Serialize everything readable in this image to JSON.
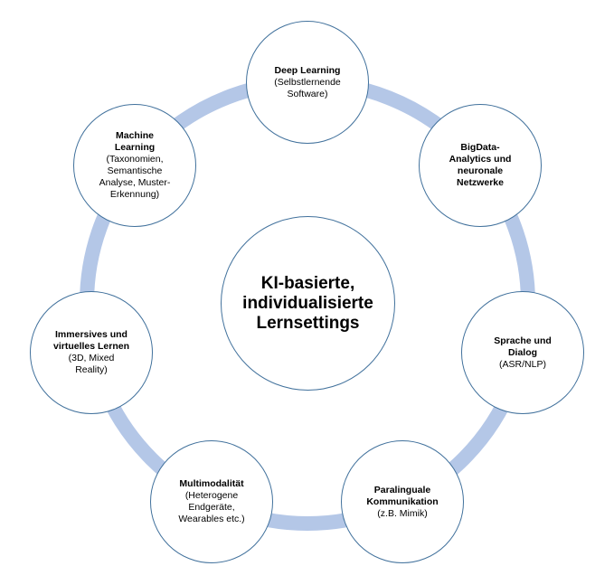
{
  "colors": {
    "ring": "#b4c7e7",
    "circle_border": "#41719c"
  },
  "center": {
    "title": "KI-basierte, individualisierte Lernsettings"
  },
  "nodes": [
    {
      "id": "deep-learning",
      "title": "Deep Learning",
      "subtitle": "(Selbstlernende Software)"
    },
    {
      "id": "bigdata",
      "title": "BigData-Analytics und neuronale Netzwerke",
      "subtitle": ""
    },
    {
      "id": "sprache",
      "title": "Sprache und Dialog",
      "subtitle": "(ASR/NLP)"
    },
    {
      "id": "paralinguale",
      "title": "Paralinguale Kommunikation",
      "subtitle": "(z.B. Mimik)"
    },
    {
      "id": "multimodalitaet",
      "title": "Multimodalität",
      "subtitle": "(Heterogene Endgeräte, Wearables etc.)"
    },
    {
      "id": "immersives",
      "title": "Immersives und virtuelles Lernen",
      "subtitle": "(3D, Mixed Reality)"
    },
    {
      "id": "machine-learning",
      "title": "Machine Learning",
      "subtitle": "(Taxonomien, Semantische Analyse, Muster-Erkennung)"
    }
  ]
}
